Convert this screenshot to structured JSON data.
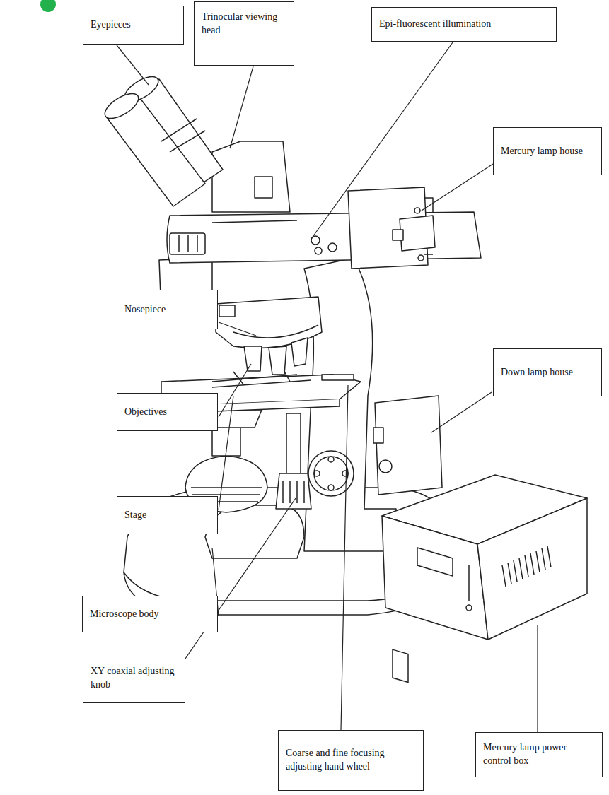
{
  "diagram": {
    "nodes": [
      {
        "text": [
          "Eyepieces"
        ]
      },
      {
        "text": [
          "Trinocular viewing head"
        ]
      },
      {
        "text": [
          "Epi-fluorescent illumination"
        ]
      },
      {
        "text": [
          "Mercury lamp house"
        ]
      },
      {
        "text": [
          "Nosepiece"
        ]
      },
      {
        "text": [
          "Down lamp house"
        ]
      },
      {
        "text": [
          "Objectives"
        ]
      },
      {
        "text": [
          "Stage"
        ]
      },
      {
        "text": [
          "Microscope body"
        ]
      },
      {
        "text": [
          "XY coaxial adjusting knob"
        ]
      },
      {
        "text": [
          "Coarse and fine focusing adjusting hand wheel"
        ]
      },
      {
        "text": [
          "Mercury lamp power control box"
        ]
      }
    ]
  }
}
